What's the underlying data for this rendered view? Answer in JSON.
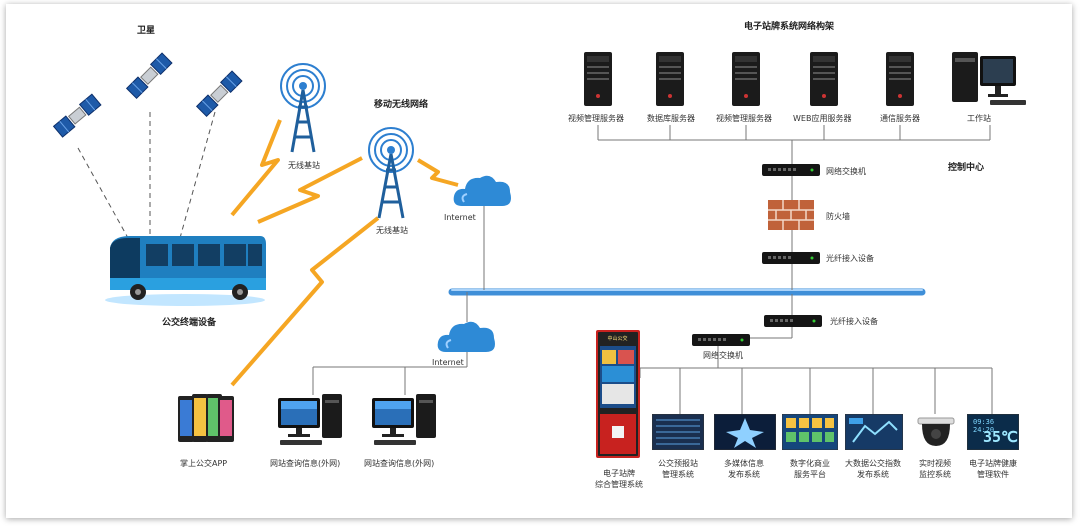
{
  "title_architecture": "电子站牌系统网络构架",
  "labels": {
    "satellite": "卫星",
    "mobile_network": "移动无线网络",
    "base_station_1": "无线基站",
    "base_station_2": "无线基站",
    "internet_top": "Internet",
    "internet_bottom": "Internet",
    "bus_terminal": "公交终端设备",
    "control_center": "控制中心",
    "network_switch_top": "网络交换机",
    "firewall": "防火墙",
    "fiber_access_1": "光纤接入设备",
    "fiber_access_2": "光纤接入设备",
    "network_switch_bottom": "网络交换机",
    "app": "掌上公交APP",
    "website_query_1": "网站查询信息(外网)",
    "website_query_2": "网站查询信息(外网)"
  },
  "servers": [
    {
      "label": "视频管理服务器"
    },
    {
      "label": "数据库服务器"
    },
    {
      "label": "视频管理服务器"
    },
    {
      "label": "WEB应用服务器"
    },
    {
      "label": "通信服务器"
    },
    {
      "label": "工作站"
    }
  ],
  "systems": [
    {
      "line1": "电子站牌",
      "line2": "综合管理系统"
    },
    {
      "line1": "公交预报站",
      "line2": "管理系统"
    },
    {
      "line1": "多媒体信息",
      "line2": "发布系统"
    },
    {
      "line1": "数字化商业",
      "line2": "服务平台"
    },
    {
      "line1": "大数据公交指数",
      "line2": "发布系统"
    },
    {
      "line1": "实时视频",
      "line2": "监控系统"
    },
    {
      "line1": "电子站牌健康",
      "line2": "管理软件"
    }
  ],
  "lcd": {
    "time": "09:36 24:20",
    "temp": "35℃"
  },
  "kiosk_header": "中山公交",
  "colors": {
    "backbone": "#3f8fd8",
    "lightning": "#f5a623",
    "cloud": "#2e8ad6",
    "tower": "#2d7fd0",
    "kiosk": "#c8221f",
    "bus": "#1f7fc0"
  }
}
